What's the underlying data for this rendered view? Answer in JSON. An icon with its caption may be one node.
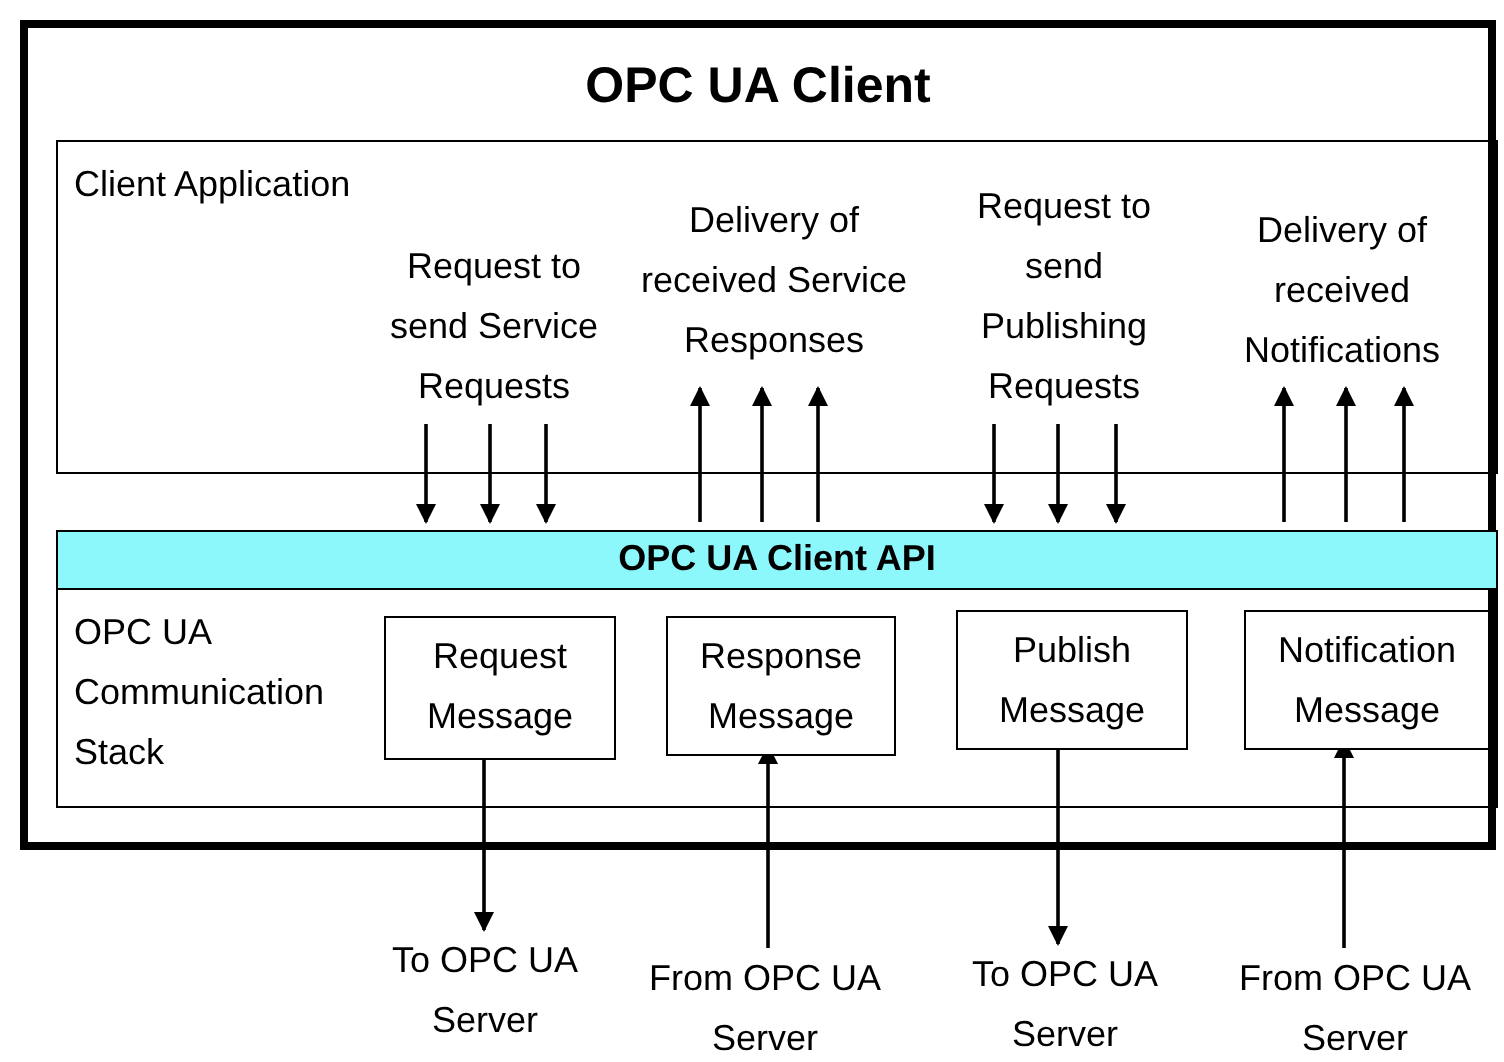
{
  "diagram": {
    "nodes": [
      {
        "text": [
          "OPC UA Client"
        ]
      },
      {
        "text": [
          "Client Application"
        ],
        "in": 0
      },
      {
        "text": [
          "Request to send Service Requests"
        ],
        "in": 1
      },
      {
        "text": [
          "Delivery of received Service Responses"
        ],
        "in": 1
      },
      {
        "text": [
          "Request to send Publishing Requests"
        ],
        "in": 1
      },
      {
        "text": [
          "Delivery of received Notifications"
        ],
        "in": 1
      },
      {
        "text": [
          "OPC UA Client API"
        ],
        "in": 0
      },
      {
        "text": [
          "OPC UA Communication Stack"
        ],
        "in": 0
      },
      {
        "text": [
          "Request Message"
        ],
        "in": 7
      },
      {
        "text": [
          "Response Message"
        ],
        "in": 7
      },
      {
        "text": [
          "Publish Message"
        ],
        "in": 7
      },
      {
        "text": [
          "Notification Message"
        ],
        "in": 7
      },
      {
        "text": [
          "To OPC UA Server"
        ]
      },
      {
        "text": [
          "From OPC UA Server"
        ]
      },
      {
        "text": [
          "To OPC UA Server"
        ]
      },
      {
        "text": [
          "From OPC UA Server"
        ]
      }
    ],
    "edges": [
      {
        "from": 2,
        "to": 6,
        "arrow": "to"
      },
      {
        "from": 2,
        "to": 6,
        "arrow": "to"
      },
      {
        "from": 2,
        "to": 6,
        "arrow": "to"
      },
      {
        "from": 6,
        "to": 3,
        "arrow": "to"
      },
      {
        "from": 6,
        "to": 3,
        "arrow": "to"
      },
      {
        "from": 6,
        "to": 3,
        "arrow": "to"
      },
      {
        "from": 4,
        "to": 6,
        "arrow": "to"
      },
      {
        "from": 4,
        "to": 6,
        "arrow": "to"
      },
      {
        "from": 4,
        "to": 6,
        "arrow": "to"
      },
      {
        "from": 6,
        "to": 5,
        "arrow": "to"
      },
      {
        "from": 6,
        "to": 5,
        "arrow": "to"
      },
      {
        "from": 6,
        "to": 5,
        "arrow": "to"
      },
      {
        "from": 8,
        "to": 12,
        "arrow": "to"
      },
      {
        "from": 13,
        "to": 9,
        "arrow": "to"
      },
      {
        "from": 10,
        "to": 14,
        "arrow": "to"
      },
      {
        "from": 15,
        "to": 11,
        "arrow": "to"
      }
    ]
  }
}
